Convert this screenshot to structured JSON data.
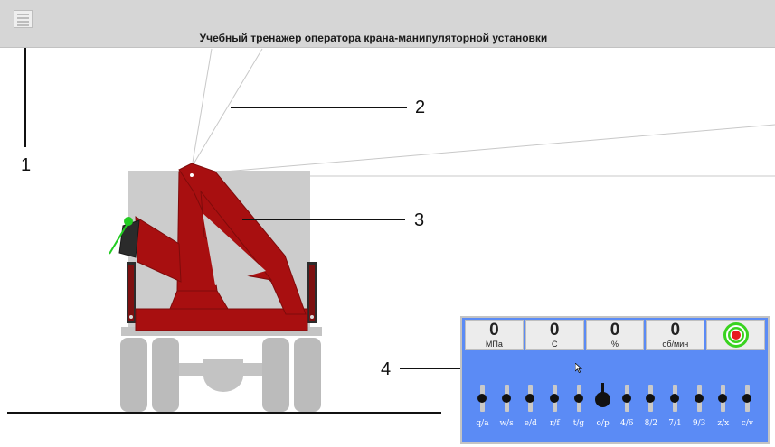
{
  "header": {
    "title": "Учебный тренажер оператора крана-манипуляторной установки"
  },
  "callouts": [
    "1",
    "2",
    "3",
    "4"
  ],
  "panel": {
    "readouts": [
      {
        "value": "0",
        "unit": "МПа"
      },
      {
        "value": "0",
        "unit": "С"
      },
      {
        "value": "0",
        "unit": "%"
      },
      {
        "value": "0",
        "unit": "об/мин"
      }
    ],
    "status_icon": "target-indicator-icon",
    "levers": [
      "q/a",
      "w/s",
      "e/d",
      "r/f",
      "t/g",
      "o/p",
      "4/6",
      "8/2",
      "7/1",
      "9/3",
      "z/x",
      "c/v"
    ],
    "active_lever": "o/p"
  },
  "colors": {
    "panel": "#5b8bf5",
    "crane": "#a80f10",
    "truck": "#cccccc",
    "indicator_red": "#e8191e",
    "indicator_green": "#39d31f",
    "boom_tip": "#22cc22"
  }
}
